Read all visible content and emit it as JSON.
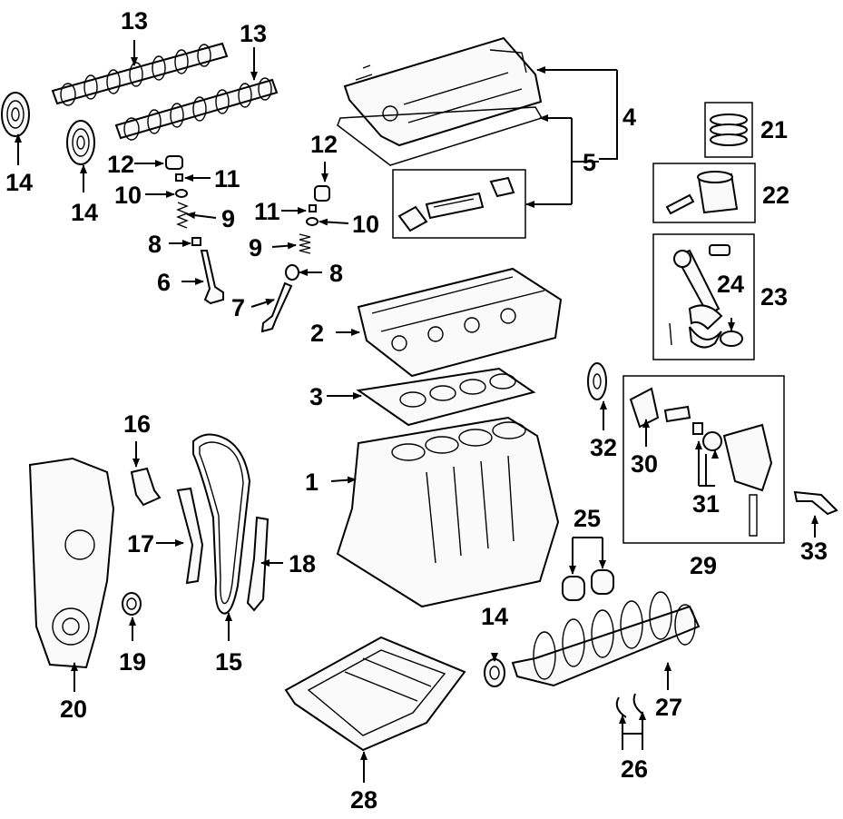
{
  "callouts": {
    "c1": "1",
    "c2": "2",
    "c3": "3",
    "c4": "4",
    "c5": "5",
    "c6": "6",
    "c7": "7",
    "c8a": "8",
    "c8b": "8",
    "c9a": "9",
    "c9b": "9",
    "c10a": "10",
    "c10b": "10",
    "c11a": "11",
    "c11b": "11",
    "c12a": "12",
    "c12b": "12",
    "c13a": "13",
    "c13b": "13",
    "c14a": "14",
    "c14b": "14",
    "c14c": "14",
    "c15": "15",
    "c16": "16",
    "c17": "17",
    "c18": "18",
    "c19": "19",
    "c20": "20",
    "c21": "21",
    "c22": "22",
    "c23": "23",
    "c24": "24",
    "c25": "25",
    "c26": "26",
    "c27": "27",
    "c28": "28",
    "c29": "29",
    "c30": "30",
    "c31": "31",
    "c32": "32",
    "c33": "33"
  }
}
